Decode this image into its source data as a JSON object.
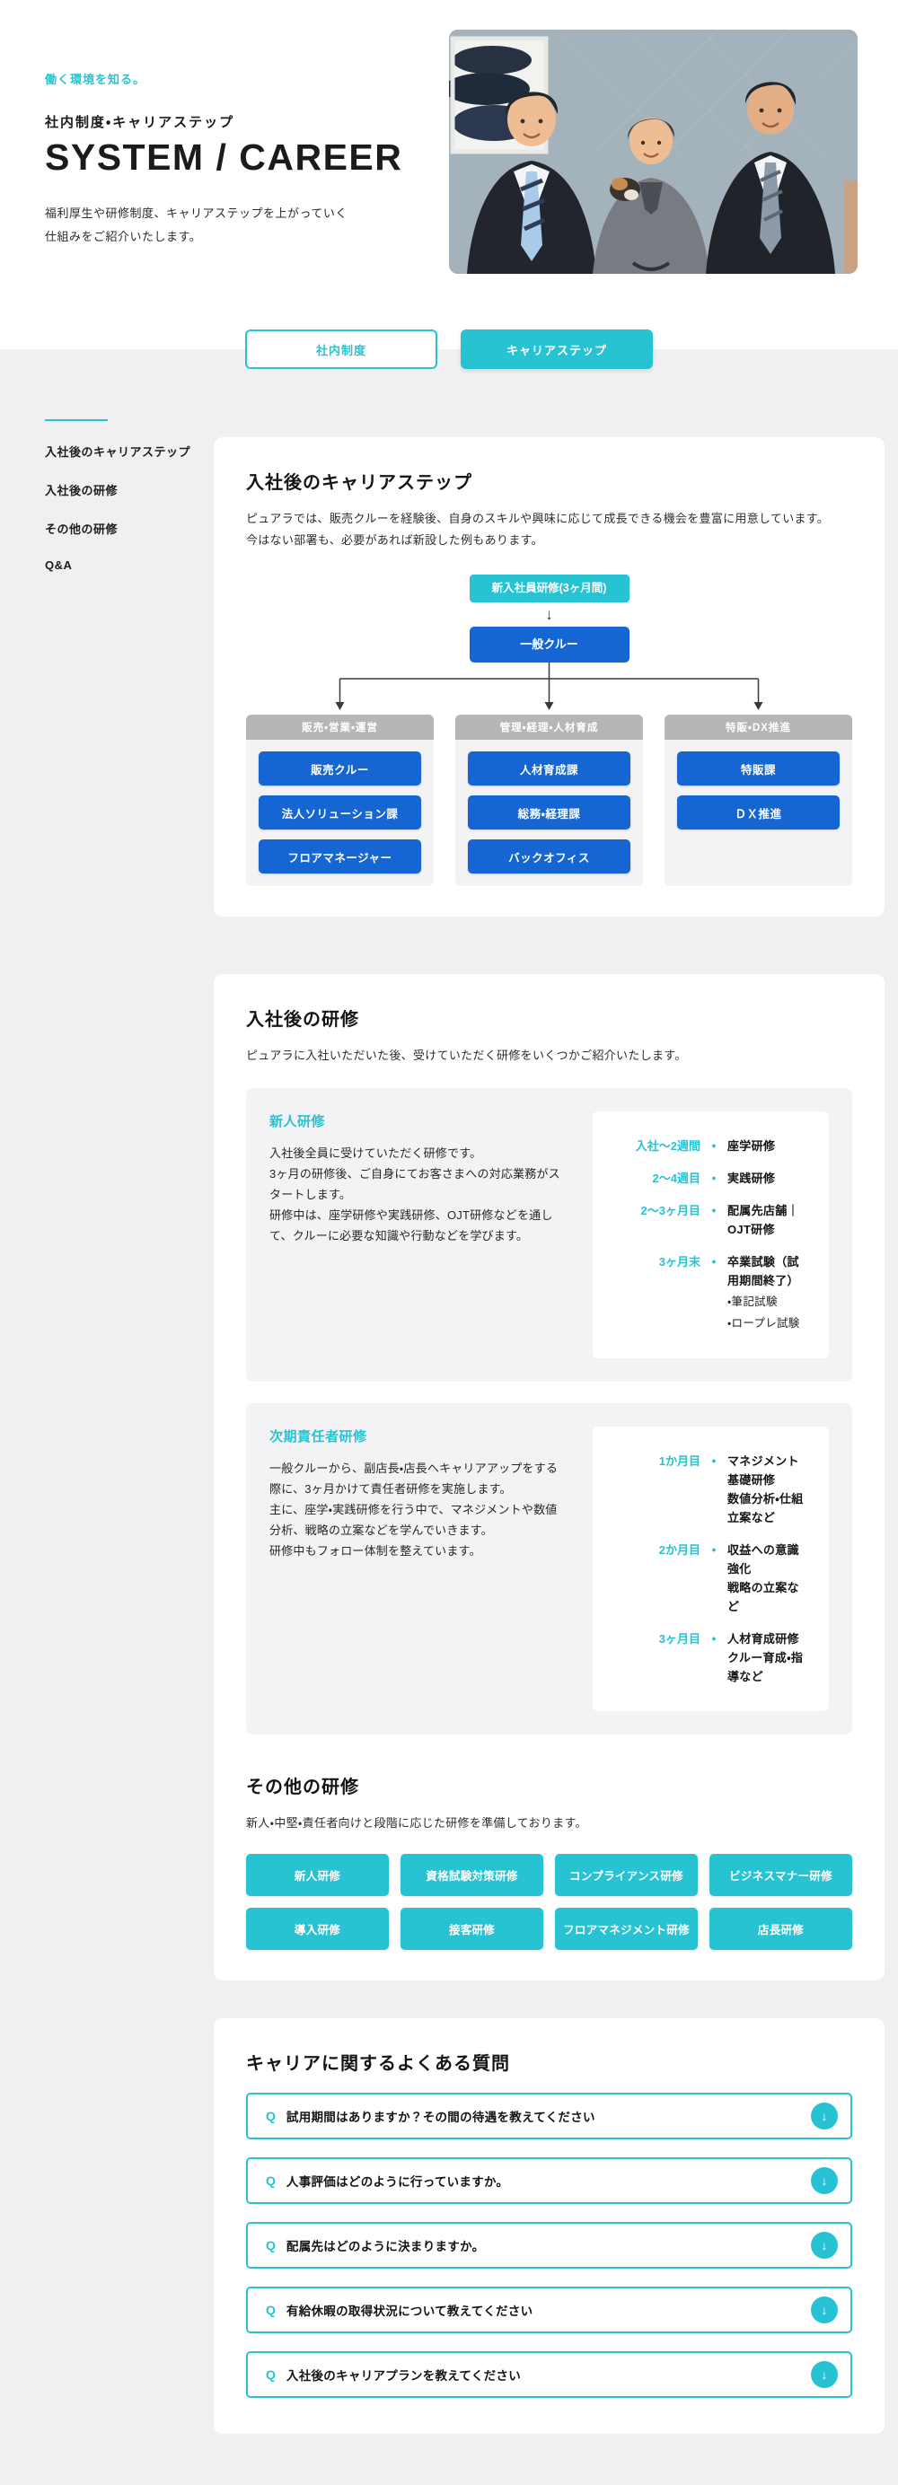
{
  "colors": {
    "accent": "#27c3d2",
    "blue": "#1566d2",
    "page_bg": "#f0f0f1",
    "column_header_gray": "#b6b6b8"
  },
  "header": {
    "eyebrow": "働く環境を知る。",
    "subtitle": "社内制度・キャリアステップ",
    "title": "SYSTEM / CAREER",
    "description_line1": "福利厚生や研修制度、キャリアステップを上がっていく",
    "description_line2": "仕組みをご紹介いたします。"
  },
  "tabs": [
    {
      "label": "社内制度"
    },
    {
      "label": "キャリアステップ"
    }
  ],
  "sidebar": {
    "items": [
      {
        "label": "入社後のキャリアステップ"
      },
      {
        "label": "入社後の研修"
      },
      {
        "label": "その他の研修"
      },
      {
        "label": "Q&A"
      }
    ]
  },
  "career_section": {
    "title": "入社後のキャリアステップ",
    "description_line1": "ピュアラでは、販売クルーを経験後、自身のスキルや興味に応じて成長できる機会を豊富に用意しています。",
    "description_line2": "今はない部署も、必要があれば新設した例もあります。",
    "chart": {
      "root": "新入社員研修(3ヶ月間)",
      "arrow": "↓",
      "second": "一般クルー",
      "columns": [
        {
          "header": "販売・営業・運営",
          "items": [
            "販売クルー",
            "法人ソリューション課",
            "フロアマネージャー"
          ]
        },
        {
          "header": "管理・経理・人材育成",
          "items": [
            "人材育成課",
            "総務・経理課",
            "バックオフィス"
          ]
        },
        {
          "header": "特販・DX推進",
          "items": [
            "特販課",
            "ＤＸ推進"
          ]
        }
      ]
    }
  },
  "training_section": {
    "title": "入社後の研修",
    "description": "ピュアラに入社いただいた後、受けていただく研修をいくつかご紹介いたします。",
    "blocks": [
      {
        "heading": "新人研修",
        "line1": "入社後全員に受けていただく研修です。",
        "line2": "3ヶ月の研修後、ご自身にてお客さまへの対応業務がスタートします。",
        "line3": "研修中は、座学研修や実践研修、OJT研修などを通して、クルーに必要な知識や行動などを学びます。",
        "timeline": [
          {
            "period": "入社〜2週間",
            "dot": "●",
            "line1": "座学研修"
          },
          {
            "period": "2〜4週目",
            "dot": "●",
            "line1": "実践研修"
          },
          {
            "period": "2〜3ヶ月目",
            "dot": "●",
            "line1": "配属先店舗｜OJT研修"
          },
          {
            "period": "3ヶ月末",
            "dot": "●",
            "line1": "卒業試験（試用期間終了）",
            "sub1": "・筆記試験",
            "sub2": "・ロープレ試験"
          }
        ]
      },
      {
        "heading": "次期責任者研修",
        "line1": "一般クルーから、副店長・店長へキャリアアップをする際に、3ヶ月かけて責任者研修を実施します。",
        "line2": "主に、座学・実践研修を行う中で、マネジメントや数値分析、戦略の立案などを学んでいきます。",
        "line3": "研修中もフォロー体制を整えています。",
        "timeline": [
          {
            "period": "1か月目",
            "dot": "●",
            "line1": "マネジメント基礎研修",
            "line2": "数値分析・仕組立案など"
          },
          {
            "period": "2か月目",
            "dot": "●",
            "line1": "収益への意識強化",
            "line2": "戦略の立案など"
          },
          {
            "period": "3ヶ月目",
            "dot": "●",
            "line1": "人材育成研修",
            "line2": "クルー育成・指導など"
          }
        ]
      }
    ],
    "other": {
      "title": "その他の研修",
      "description": "新人・中堅・責任者向けと段階に応じた研修を準備しております。",
      "buttons": [
        {
          "label": "新人研修"
        },
        {
          "label": "資格試験対策研修"
        },
        {
          "label": "コンプライアンス研修"
        },
        {
          "label": "ビジネスマナー研修"
        },
        {
          "label": "導入研修"
        },
        {
          "label": "接客研修"
        },
        {
          "label": "フロアマネジメント研修"
        },
        {
          "label": "店長研修"
        }
      ]
    }
  },
  "faq_section": {
    "title": "キャリアに関するよくある質問",
    "q_mark": "Q",
    "arrow": "↓",
    "items": [
      {
        "question": "試用期間はありますか？その間の待遇を教えてください"
      },
      {
        "question": "人事評価はどのように行っていますか。"
      },
      {
        "question": "配属先はどのように決まりますか。"
      },
      {
        "question": "有給休暇の取得状況について教えてください"
      },
      {
        "question": "入社後のキャリアプランを教えてください"
      }
    ]
  }
}
